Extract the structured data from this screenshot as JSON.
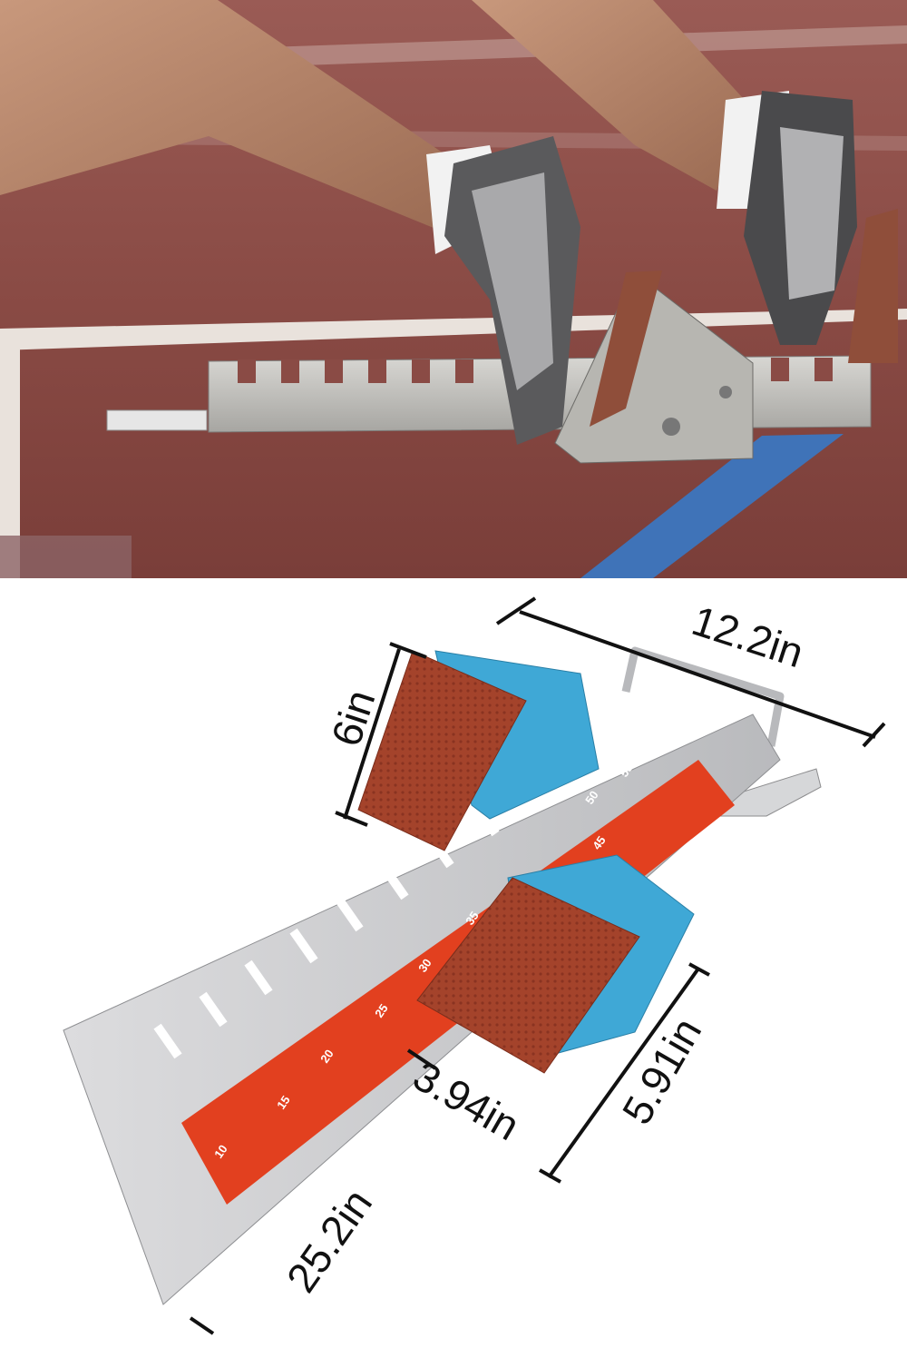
{
  "colors": {
    "track": "#8a4a44",
    "track_dark": "#6b3631",
    "lane_line": "#e9e2dc",
    "lane_blue": "#3f73b8",
    "rail": "#c8c9cb",
    "block_blue": "#3fa8d6",
    "pad": "#a4432b",
    "scale_red": "#e2401f"
  },
  "dimensions": {
    "top_width": "12.2in",
    "pad_height": "6in",
    "block_length": "5.91in",
    "block_width": "3.94in",
    "rail_length": "25.2in"
  },
  "scale_marks": [
    "10",
    "15",
    "20",
    "25",
    "30",
    "35",
    "45",
    "50",
    "55"
  ]
}
